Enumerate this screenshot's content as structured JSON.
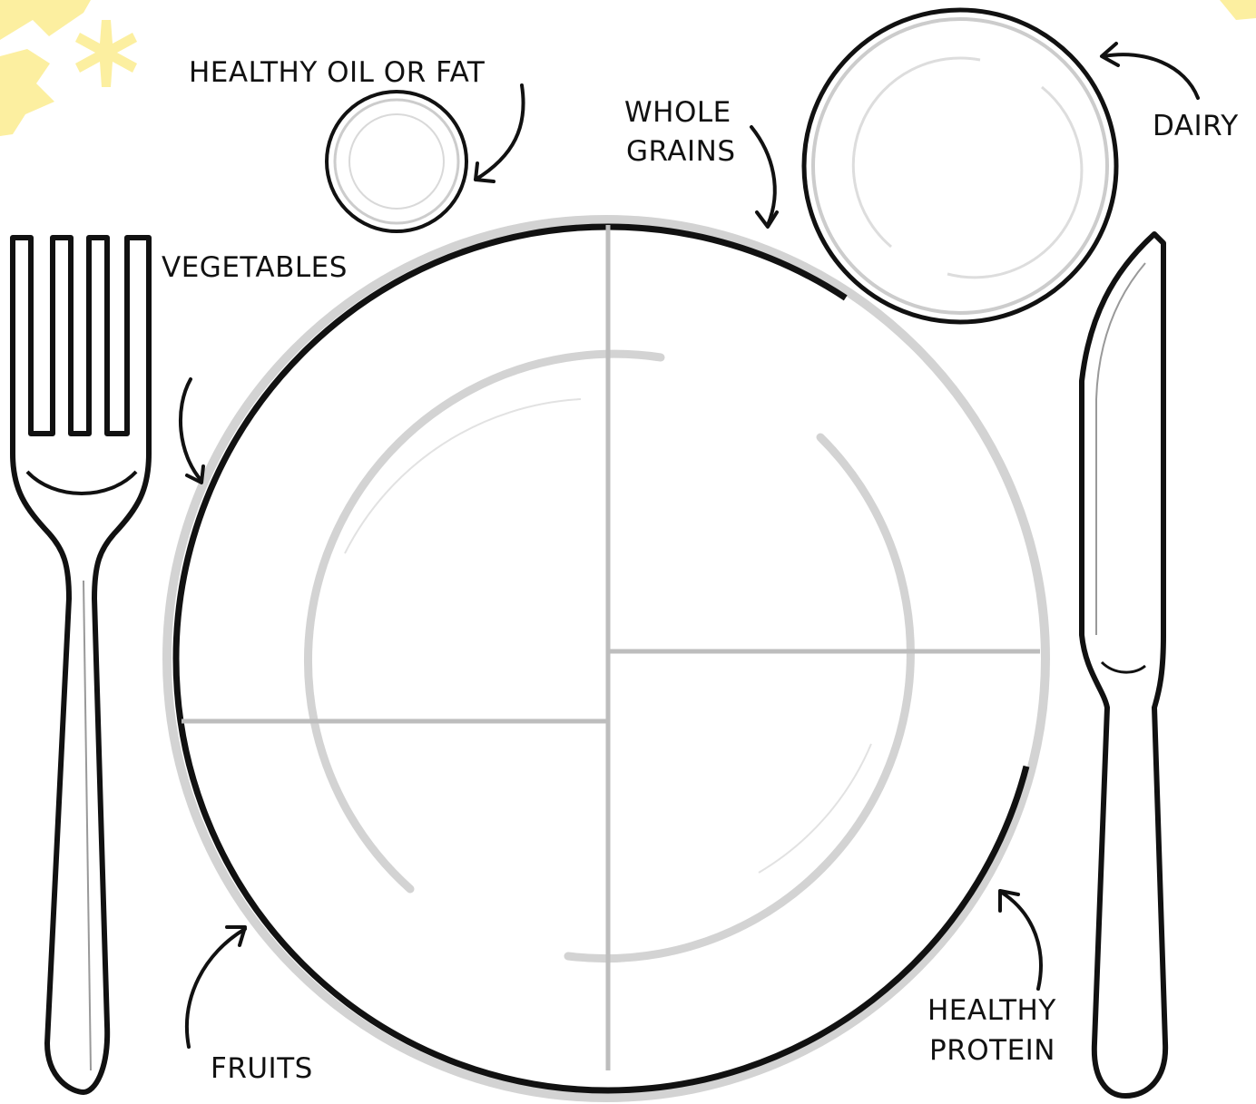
{
  "labels": {
    "healthy_oil": "HEALTHY OIL OR FAT",
    "whole": "WHOLE",
    "grains": "GRAINS",
    "dairy": "DAIRY",
    "vegetables": "VEGETABLES",
    "fruits": "FRUITS",
    "healthy": "HEALTHY",
    "protein": "PROTEIN"
  },
  "colors": {
    "ink": "#111111",
    "plate_rim": "#d3d3d3",
    "divider": "#bdbdbd",
    "accent": "#fcefa0"
  },
  "icons": [
    "fork-icon",
    "knife-icon",
    "sparkle-icon"
  ]
}
